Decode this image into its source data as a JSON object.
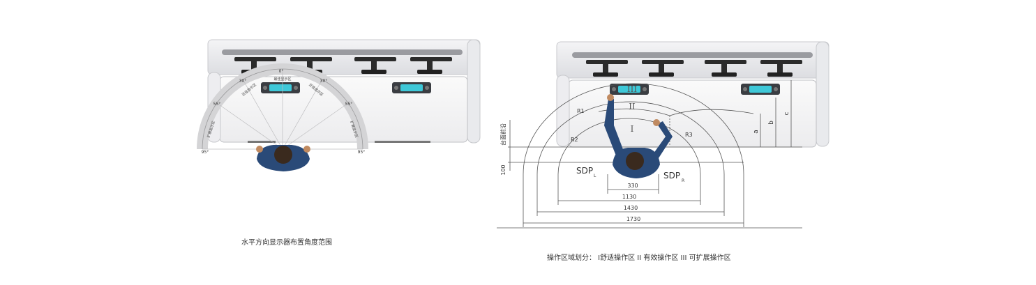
{
  "left": {
    "caption": "水平方向显示器布置角度范围",
    "angles": {
      "top": "0°",
      "left_30": "30°",
      "right_30": "30°",
      "left_55": "55°",
      "right_55": "55°",
      "left_95": "95°",
      "right_95": "95°"
    },
    "zones": {
      "center": "最佳显示区",
      "left_near": "近佳显示区",
      "right_near": "近佳显示区",
      "left_far": "扩展显示区",
      "right_far": "扩展显示区"
    }
  },
  "right": {
    "caption": "操作区域划分：  I舒适操作区  II 有效操作区  III 可扩展操作区",
    "zones": {
      "one": "I",
      "two": "II",
      "three": "III"
    },
    "radii": {
      "r1": "R1",
      "r2": "R2",
      "r3": "R3"
    },
    "sdp_left": "SDP",
    "sdp_left_sub": "L",
    "sdp_right": "SDP",
    "sdp_right_sub": "R",
    "edge_label": "台面前沿",
    "offset_100": "100",
    "dims": [
      "330",
      "1130",
      "1430",
      "1730"
    ],
    "heights": {
      "a": "a",
      "b": "b",
      "c": "c"
    }
  },
  "colors": {
    "screen": "#3ec8d8",
    "shirt": "#2a4a78",
    "skin": "#c08a60",
    "hair": "#3a2a1e",
    "line": "#555555"
  },
  "icons": [
    "monitor-arm-icon",
    "control-panel-icon",
    "operator-figure-icon"
  ]
}
